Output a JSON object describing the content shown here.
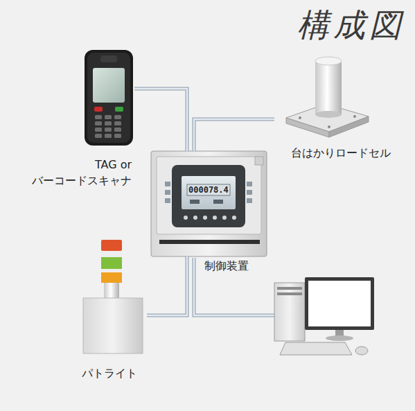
{
  "diagram": {
    "title": "構成図",
    "nodes": [
      {
        "text": [
          "TAG or バーコードスキャナ"
        ]
      },
      {
        "text": [
          "台はかりロードセル"
        ]
      },
      {
        "text": [
          "制御装置"
        ]
      },
      {
        "text": [
          "パトライト"
        ]
      }
    ],
    "edges": [
      {
        "from": 0,
        "to": 2,
        "arrow": "none"
      },
      {
        "from": 1,
        "to": 2,
        "arrow": "none"
      },
      {
        "from": 3,
        "to": 2,
        "arrow": "none"
      }
    ],
    "labels": [
      "000078.4"
    ]
  }
}
